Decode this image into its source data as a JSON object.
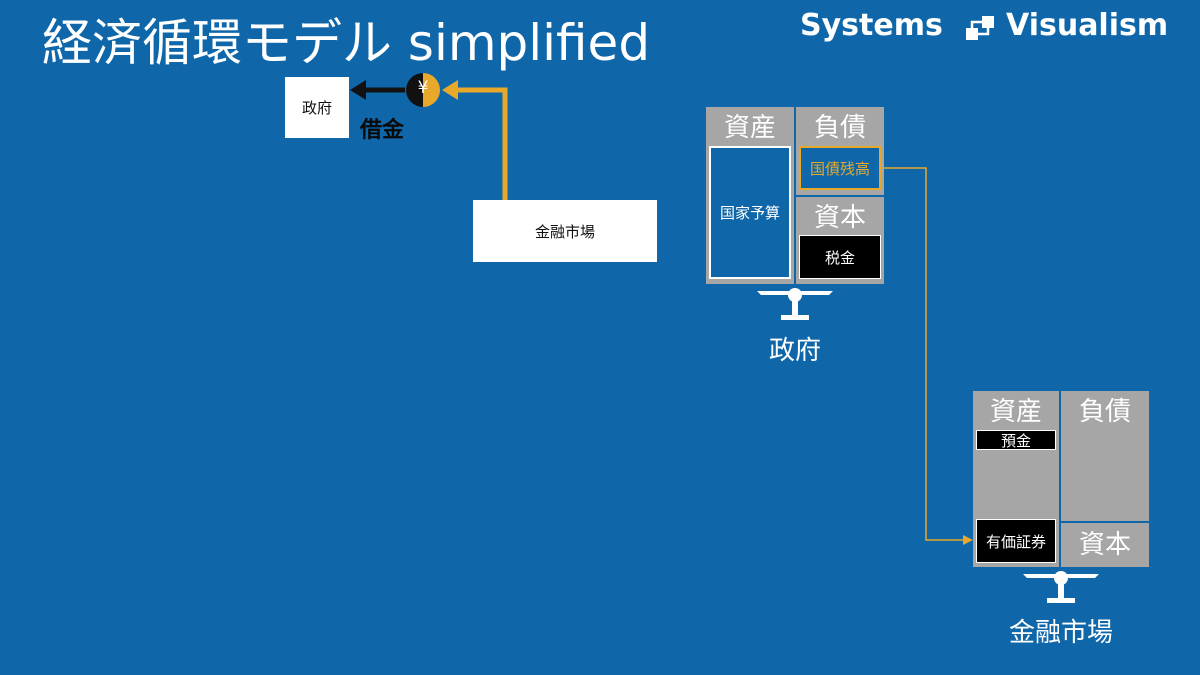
{
  "title": "経済循環モデル simplified",
  "logo": {
    "left": "Systems",
    "right": "Visualism",
    "icon": "flow-chart-icon"
  },
  "flow": {
    "government_label": "政府",
    "market_label": "金融市場",
    "borrowing_label": "借金",
    "coin_symbol": "¥"
  },
  "government_bs": {
    "assets_header": "資産",
    "liabilities_header": "負債",
    "equity_header": "資本",
    "assets_item": "国家予算",
    "liabilities_item": "国債残高",
    "equity_item": "税金",
    "caption": "政府"
  },
  "market_bs": {
    "assets_header": "資産",
    "liabilities_header": "負債",
    "equity_header": "資本",
    "deposit_item": "預金",
    "securities_item": "有価証券",
    "caption": "金融市場"
  },
  "colors": {
    "background": "#0f67aa",
    "accent": "#e8a92a",
    "panel": "#a6a6a6"
  }
}
